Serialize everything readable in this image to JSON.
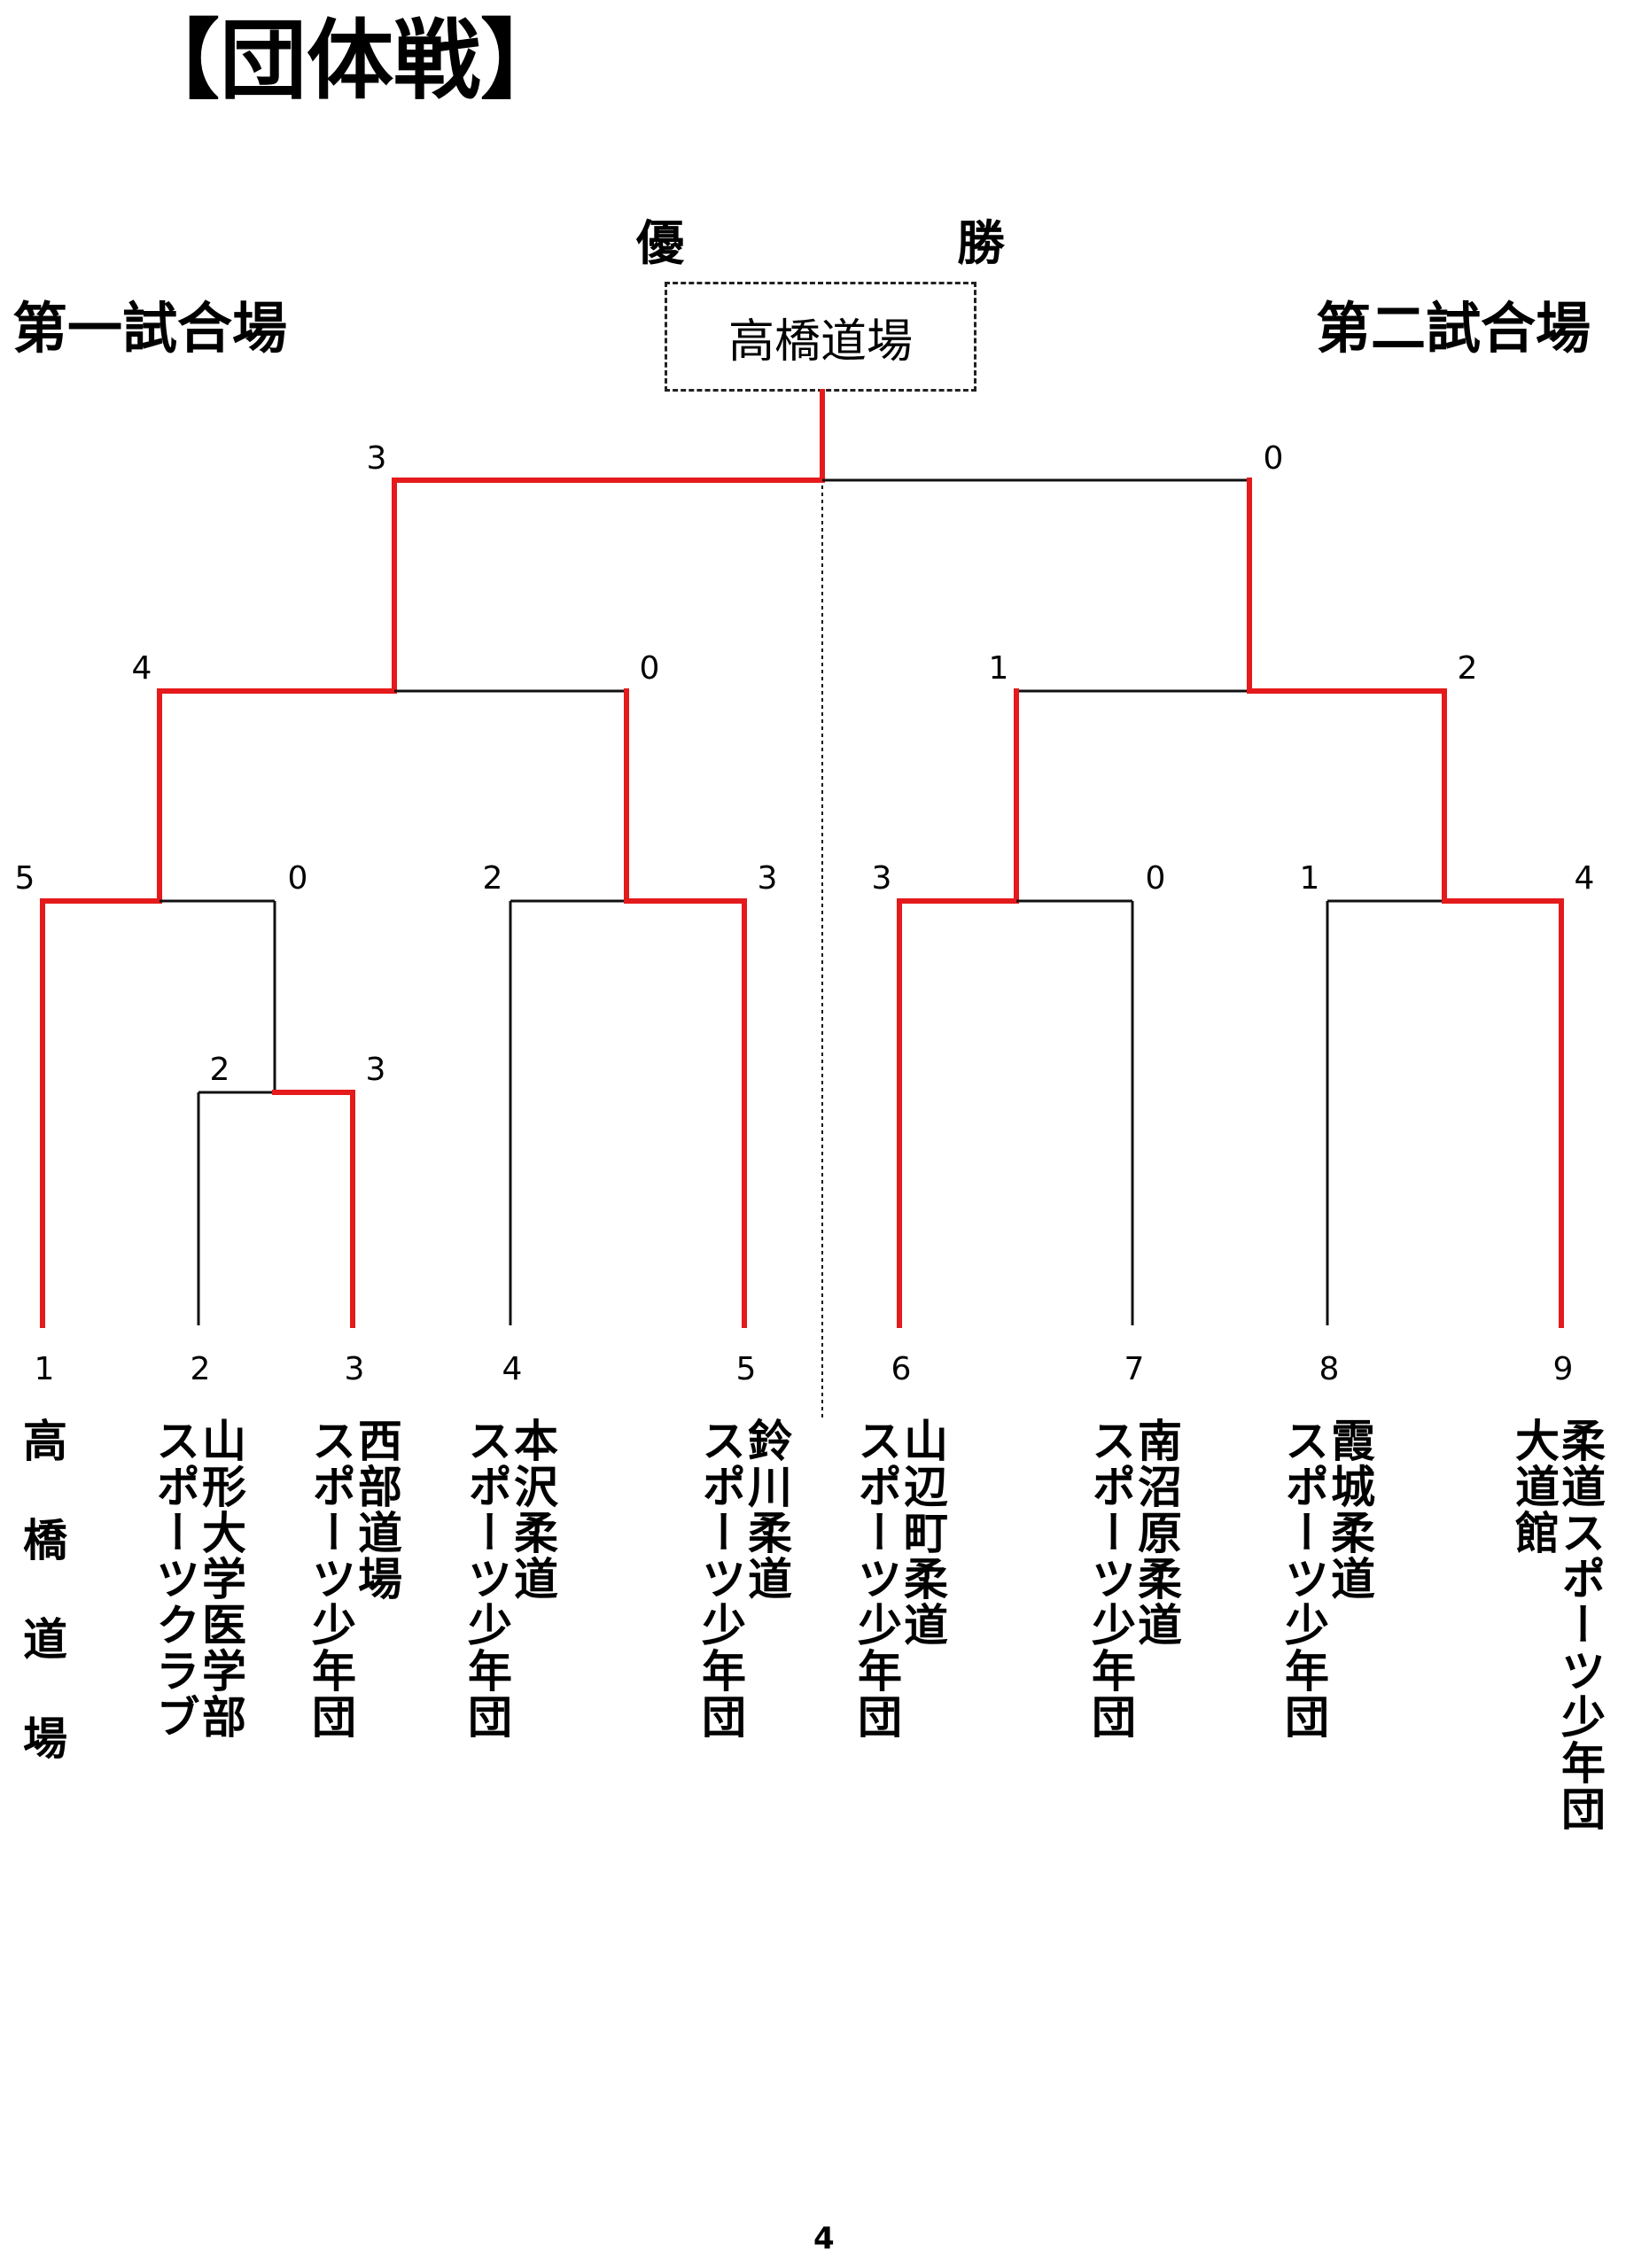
{
  "page_title": "【団体戦】",
  "champion": {
    "label_left": "優",
    "label_right": "勝",
    "winner": "高橋道場"
  },
  "venues": {
    "first": "第一試合場",
    "second": "第二試合場"
  },
  "colors": {
    "winning_path": "#e41a1c",
    "losing_path": "#111111"
  },
  "bracket": {
    "final": {
      "left_score": "3",
      "right_score": "0",
      "winner_side": "left"
    },
    "semifinal_left": {
      "left_score": "4",
      "right_score": "0",
      "winner_side": "left"
    },
    "semifinal_right": {
      "left_score": "1",
      "right_score": "2",
      "winner_side": "right"
    },
    "quarterfinals": [
      {
        "left_score": "5",
        "right_score": "0",
        "winner_side": "left"
      },
      {
        "left_score": "2",
        "right_score": "3",
        "winner_side": "right"
      },
      {
        "left_score": "3",
        "right_score": "0",
        "winner_side": "left"
      },
      {
        "left_score": "1",
        "right_score": "4",
        "winner_side": "right"
      }
    ],
    "first_round": {
      "left_score": "2",
      "right_score": "3",
      "winner_side": "right"
    }
  },
  "teams": [
    {
      "seed": "1",
      "lines": [
        "高橋道場"
      ]
    },
    {
      "seed": "2",
      "lines": [
        "山形大学医学部",
        "スポーツクラブ"
      ]
    },
    {
      "seed": "3",
      "lines": [
        "西部道場",
        "スポーツ少年団"
      ]
    },
    {
      "seed": "4",
      "lines": [
        "本沢柔道",
        "スポーツ少年団"
      ]
    },
    {
      "seed": "5",
      "lines": [
        "鈴川柔道",
        "スポーツ少年団"
      ]
    },
    {
      "seed": "6",
      "lines": [
        "山辺町柔道",
        "スポーツ少年団"
      ]
    },
    {
      "seed": "7",
      "lines": [
        "南沼原柔道",
        "スポーツ少年団"
      ]
    },
    {
      "seed": "8",
      "lines": [
        "霞城柔道",
        "スポーツ少年団"
      ]
    },
    {
      "seed": "9",
      "lines": [
        "柔道スポーツ少年団",
        "大道館"
      ]
    }
  ],
  "page_number": "4"
}
